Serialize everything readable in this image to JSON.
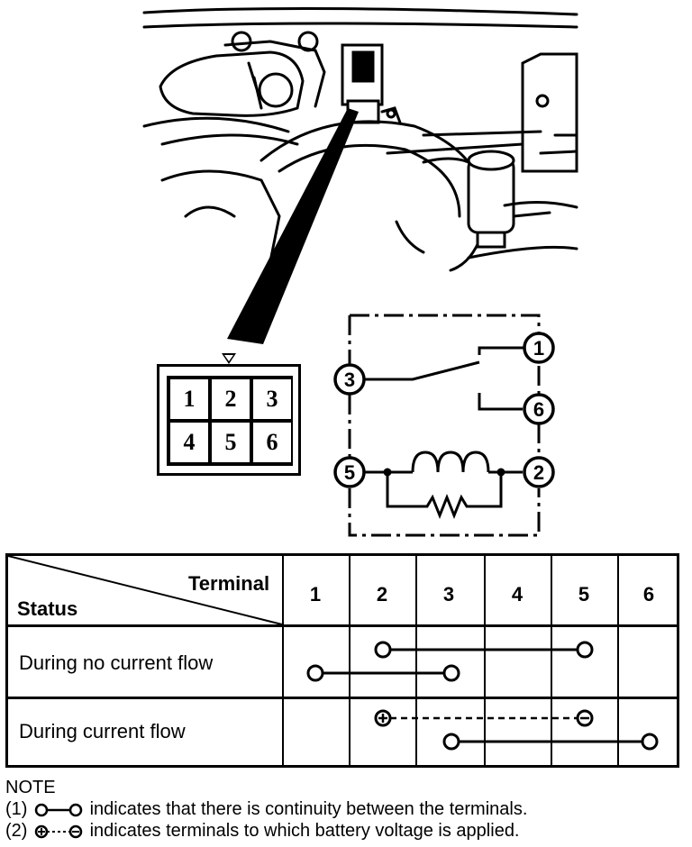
{
  "connector": {
    "pins": [
      "1",
      "2",
      "3",
      "4",
      "5",
      "6"
    ]
  },
  "circuit": {
    "terminals": [
      "1",
      "2",
      "3",
      "5",
      "6"
    ]
  },
  "table": {
    "header_status": "Status",
    "header_terminal": "Terminal",
    "columns": [
      "1",
      "2",
      "3",
      "4",
      "5",
      "6"
    ],
    "rows": [
      {
        "label": "During no current flow"
      },
      {
        "label": "During current flow"
      }
    ]
  },
  "notes": {
    "title": "NOTE",
    "line1_prefix": "(1)",
    "line1_text": "indicates that there is continuity between the terminals.",
    "line2_prefix": "(2)",
    "line2_text": "indicates terminals to which battery voltage is applied."
  }
}
